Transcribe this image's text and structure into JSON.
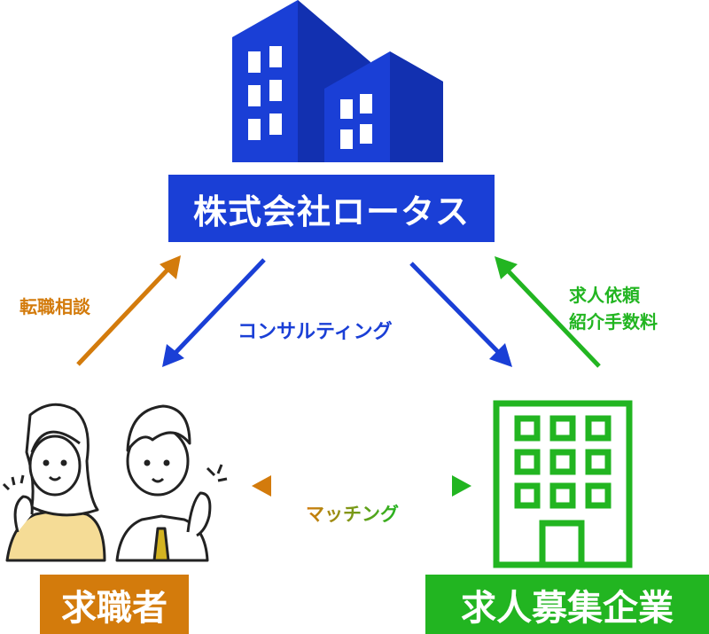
{
  "company": {
    "name": "株式会社ロータス"
  },
  "job_seeker": {
    "label": "求職者"
  },
  "employer": {
    "label": "求人募集企業"
  },
  "flows": {
    "consulting": "コンサルティング",
    "career_consultation": "転職相談",
    "job_order": "求人依頼",
    "referral_fee": "紹介手数料",
    "matching": "マッチング"
  },
  "colors": {
    "company": "#1a3fd6",
    "job_seeker": "#d37b0c",
    "employer": "#22b521"
  },
  "icons": {
    "company": "office-buildings-icon",
    "job_seeker": "people-cheering-icon",
    "employer": "office-building-icon"
  }
}
